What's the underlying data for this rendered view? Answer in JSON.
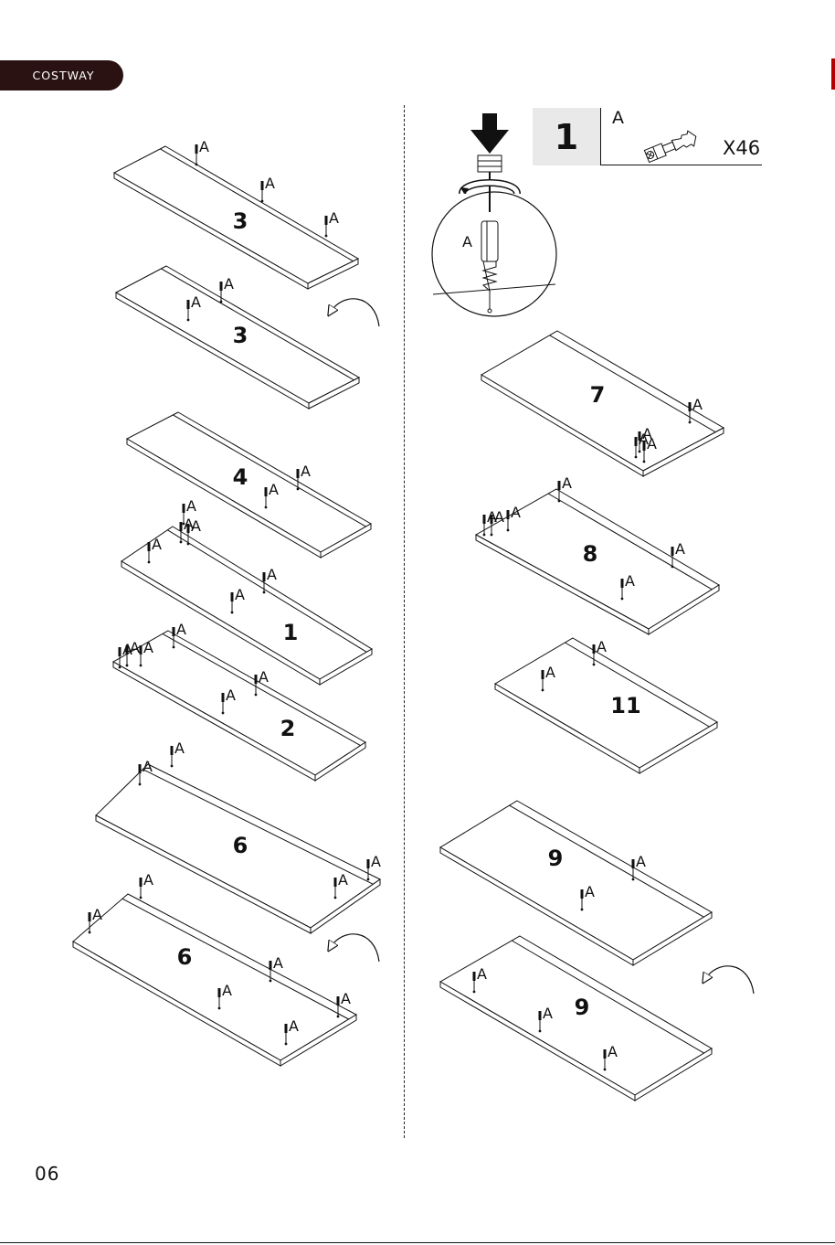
{
  "header": {
    "brand": "COSTWAY"
  },
  "step": {
    "number": "1",
    "part_label": "A",
    "quantity": "X46"
  },
  "hardware": {
    "part": "A",
    "icon": "cam-bolt-icon"
  },
  "detail": {
    "part": "A",
    "icon": "screwdriver-icon"
  },
  "panels": [
    {
      "id": "3",
      "part_count": 3,
      "flipped": false
    },
    {
      "id": "3",
      "part_count": 2,
      "flipped": true
    },
    {
      "id": "4",
      "part_count": 2,
      "flipped": false
    },
    {
      "id": "1",
      "part_count": 6,
      "flipped": false
    },
    {
      "id": "2",
      "part_count": 6,
      "flipped": false
    },
    {
      "id": "6",
      "part_count": 4,
      "flipped": false
    },
    {
      "id": "6",
      "part_count": 6,
      "flipped": true
    },
    {
      "id": "7",
      "part_count": 4,
      "flipped": false
    },
    {
      "id": "8",
      "part_count": 6,
      "flipped": false
    },
    {
      "id": "11",
      "part_count": 2,
      "flipped": false
    },
    {
      "id": "9",
      "part_count": 2,
      "flipped": false
    },
    {
      "id": "9",
      "part_count": 3,
      "flipped": true
    }
  ],
  "footer": {
    "page_number": "06"
  }
}
